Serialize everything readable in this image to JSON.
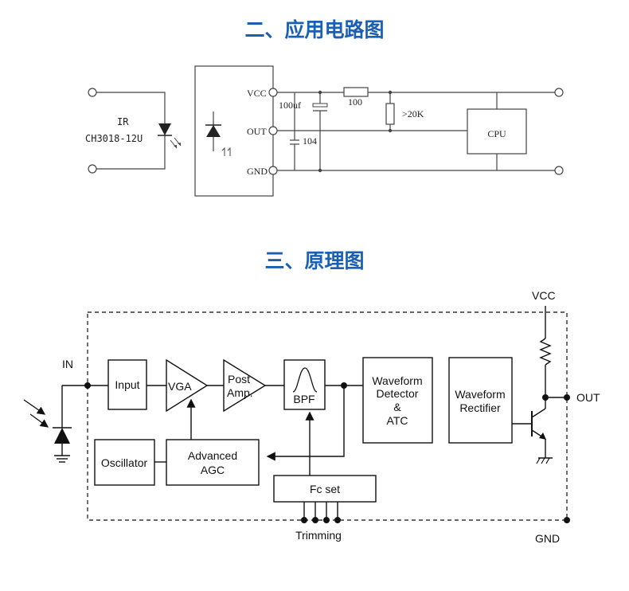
{
  "titles": {
    "circuit": "二、应用电路图",
    "principle": "三、原理图"
  },
  "circuit": {
    "ir_label": "IR",
    "model_label": "CH3018-12U",
    "pin_vcc": "VCC",
    "pin_out": "OUT",
    "pin_gnd": "GND",
    "cap_100uf": "100uf",
    "cap_104": "104",
    "res_100": "100",
    "res_20k": ">20K",
    "cpu": "CPU"
  },
  "principle": {
    "in": "IN",
    "input": "Input",
    "vga": "VGA",
    "post_amp_1": "Post",
    "post_amp_2": "Amp.",
    "bpf": "BPF",
    "waveform_detector_1": "Waveform",
    "waveform_detector_2": "Detector",
    "waveform_detector_3": "&",
    "waveform_detector_4": "ATC",
    "waveform_rectifier_1": "Waveform",
    "waveform_rectifier_2": "Rectifier",
    "oscillator": "Oscillator",
    "agc_1": "Advanced",
    "agc_2": "AGC",
    "fc_set": "Fc set",
    "trimming": "Trimming",
    "vcc": "VCC",
    "out": "OUT",
    "gnd": "GND"
  }
}
